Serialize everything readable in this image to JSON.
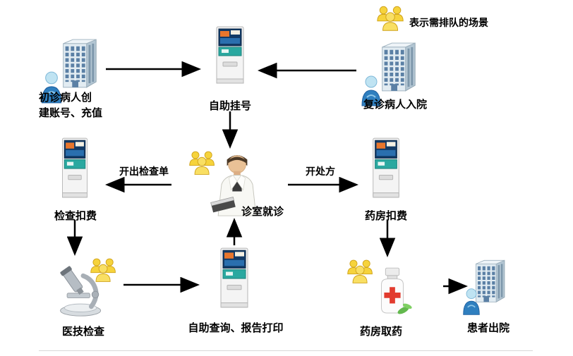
{
  "legend": {
    "text": "表示需排队的场景"
  },
  "edge_labels": {
    "exam_order": "开出检查单",
    "prescription": "开处方"
  },
  "nodes": {
    "first_visit": {
      "label": "初诊病人创\n建账号、充值"
    },
    "self_register": {
      "label": "自助挂号"
    },
    "return_visit": {
      "label": "复诊病人入院"
    },
    "exam_fee": {
      "label": "检查扣费"
    },
    "clinic": {
      "label": "诊室就诊"
    },
    "pharmacy_fee": {
      "label": "药房扣费"
    },
    "medical_exam": {
      "label": "医技检查"
    },
    "self_query": {
      "label": "自助查询、报告打印"
    },
    "pharmacy_pickup": {
      "label": "药房取药"
    },
    "discharge": {
      "label": "患者出院"
    }
  },
  "colors": {
    "queue_icon": "#f6d33c",
    "arrow": "#000000",
    "cross_red": "#e23b2e",
    "person_blue": "#2f7fbf"
  }
}
